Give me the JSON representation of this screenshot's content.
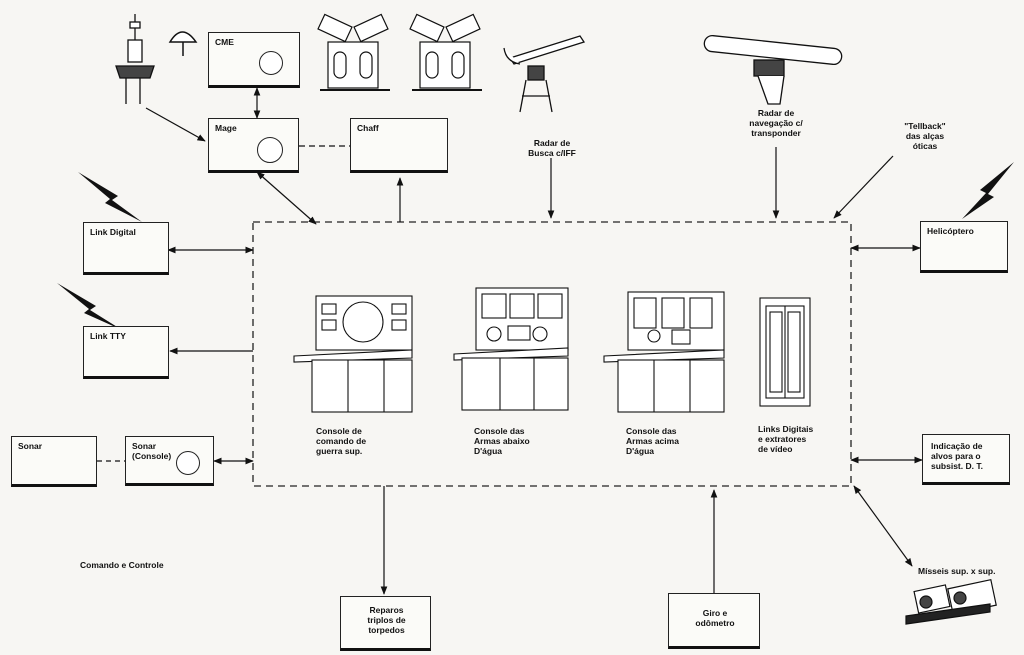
{
  "boxes": {
    "cme": "CME",
    "mage": "Mage",
    "chaff": "Chaff",
    "link_digital": "Link Digital",
    "link_tty": "Link TTY",
    "sonar": "Sonar",
    "sonar_console": "Sonar\n(Console)",
    "helicoptero": "Helicóptero",
    "indicacao": "Indicação de\nalvos para o\nsubsist. D. T.",
    "reparos": "Reparos\ntriplos de\ntorpedos",
    "giro": "Giro e\nodômetro"
  },
  "labels": {
    "radar_busca": "Radar de\nBusca c/IFF",
    "radar_navegacao": "Radar de\nnavegação c/\ntransponder",
    "tellback": "\"Tellback\"\ndas alças\nóticas",
    "misseis": "Mísseis sup. x sup.",
    "comando_controle": "Comando e Controle"
  },
  "consoles": {
    "guerra": "Console de\ncomando de\nguerra sup.",
    "armas_abaixo": "Console das\nArmas abaixo\nD'água",
    "armas_acima": "Console das\nArmas acima\nD'água",
    "links_digitais": "Links Digitais\ne extratores\nde vídeo"
  },
  "colors": {
    "ink": "#111111",
    "paper": "#f7f6f3"
  }
}
